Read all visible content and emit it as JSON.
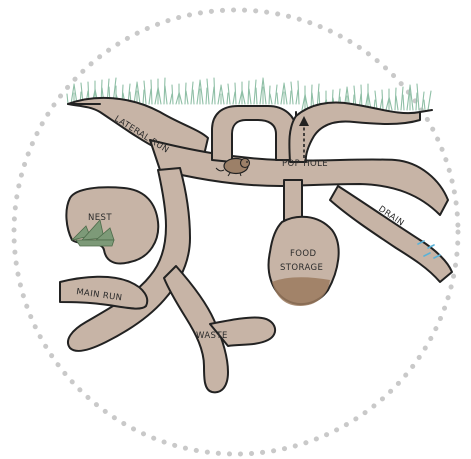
{
  "colors": {
    "tunnel_fill": "#c7b4a6",
    "outline": "#222222",
    "grass": "#8fbfa6",
    "border_dots": "#c9c9c9",
    "food": "#9b7a5e",
    "water": "#5ab2d8",
    "nest_grass": "#7d9a78"
  },
  "labels": {
    "lateral_run": "LATERAL RUN",
    "pop_hole": "POP HOLE",
    "nest": "NEST",
    "food_storage_line1": "FOOD",
    "food_storage_line2": "STORAGE",
    "main_run": "MAIN RUN",
    "waste": "WASTE",
    "drain": "DRAIN"
  },
  "icons": {
    "animal": "vole-icon",
    "pop_hole_arrow": "arrow-up-icon"
  }
}
